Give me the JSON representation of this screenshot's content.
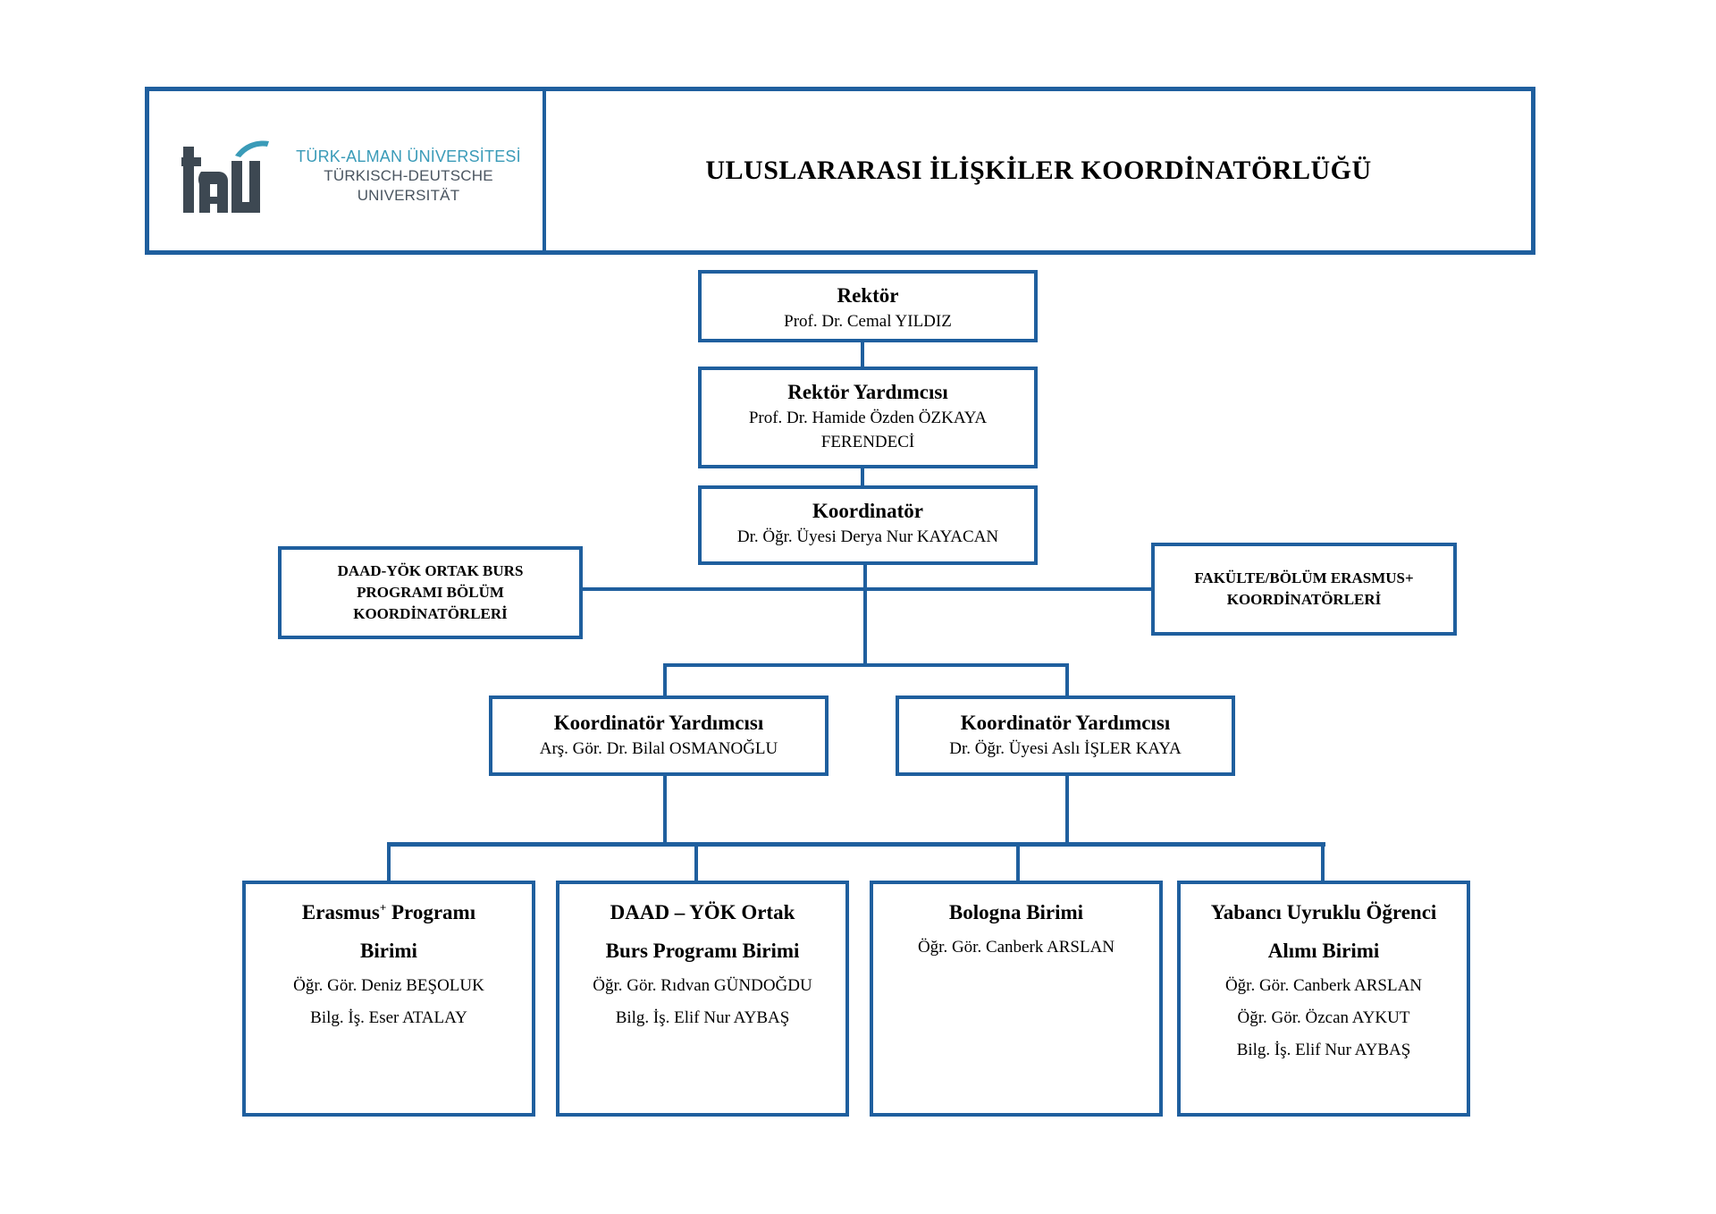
{
  "header": {
    "logo_line1": "TÜRK-ALMAN ÜNİVERSİTESİ",
    "logo_line2": "TÜRKISCH-DEUTSCHE UNIVERSITÄT",
    "title": "ULUSLARARASI İLİŞKİLER KOORDİNATÖRLÜĞÜ"
  },
  "rektor": {
    "title": "Rektör",
    "name": "Prof. Dr. Cemal YILDIZ"
  },
  "rektor_yardimcisi": {
    "title": "Rektör Yardımcısı",
    "name_line1": "Prof. Dr. Hamide Özden ÖZKAYA",
    "name_line2": "FERENDECİ"
  },
  "koordinator": {
    "title": "Koordinatör",
    "name": "Dr. Öğr. Üyesi Derya Nur KAYACAN"
  },
  "left_side": {
    "line1": "DAAD-YÖK ORTAK BURS",
    "line2": "PROGRAMI BÖLÜM",
    "line3": "KOORDİNATÖRLERİ"
  },
  "right_side": {
    "line1": "FAKÜLTE/BÖLÜM ERASMUS+",
    "line2": "KOORDİNATÖRLERİ"
  },
  "assistants": [
    {
      "title": "Koordinatör Yardımcısı",
      "name": "Arş. Gör. Dr. Bilal OSMANOĞLU"
    },
    {
      "title": "Koordinatör Yardımcısı",
      "name": "Dr. Öğr. Üyesi Aslı İŞLER KAYA"
    }
  ],
  "units": [
    {
      "title_a": "Erasmus",
      "title_sup": "+",
      "title_b": " Programı",
      "title2": "Birimi",
      "members": [
        "Öğr. Gör. Deniz BEŞOLUK",
        "Bilg. İş. Eser ATALAY"
      ]
    },
    {
      "title_a": "DAAD – YÖK Ortak",
      "title2": "Burs Programı Birimi",
      "members": [
        "Öğr. Gör. Rıdvan GÜNDOĞDU",
        "Bilg. İş. Elif Nur AYBAŞ"
      ]
    },
    {
      "title_a": "Bologna Birimi",
      "members": [
        "Öğr. Gör. Canberk ARSLAN"
      ]
    },
    {
      "title_a": "Yabancı Uyruklu Öğrenci",
      "title2": "Alımı Birimi",
      "members": [
        "Öğr. Gör. Canberk ARSLAN",
        "Öğr. Gör. Özcan AYKUT",
        "Bilg. İş. Elif Nur AYBAŞ"
      ]
    }
  ],
  "colors": {
    "border": "#1f5f9e",
    "logo_teal": "#3a9bb8",
    "logo_dark": "#3d4852"
  }
}
